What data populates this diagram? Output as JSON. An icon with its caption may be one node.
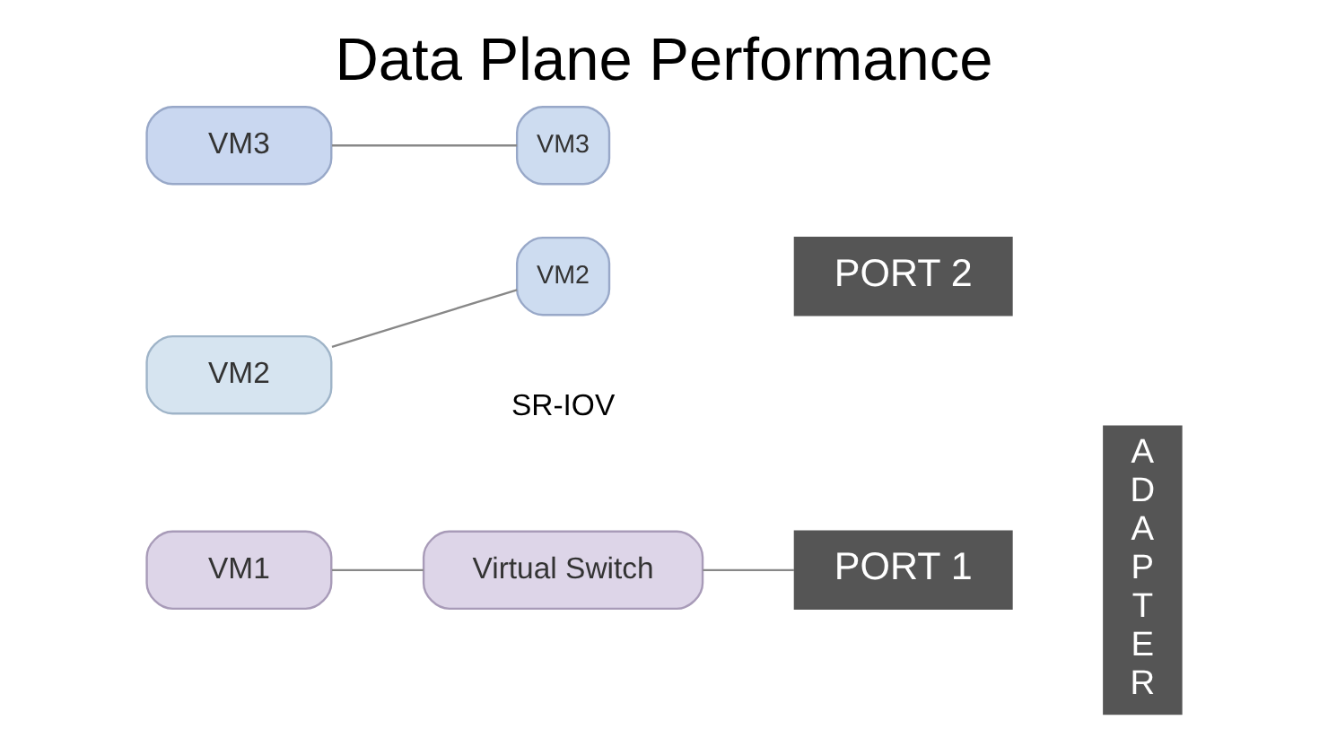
{
  "diagram": {
    "title": "Data Plane Performance",
    "nodes": [
      {
        "text": [
          "VM1"
        ]
      },
      {
        "text": [
          "Virtual Switch"
        ]
      },
      {
        "text": [
          "PORT 1"
        ]
      },
      {
        "text": [
          "A D A P T E R"
        ]
      },
      {
        "text": [
          "VM2"
        ]
      },
      {
        "text": [
          "VM3"
        ]
      },
      {
        "text": [
          "VM2"
        ]
      },
      {
        "text": [
          "VM3"
        ]
      },
      {
        "text": [
          "PORT 2"
        ]
      }
    ],
    "edges": [
      {
        "from": 0,
        "to": 1,
        "arrow": "none"
      },
      {
        "from": 1,
        "to": 2,
        "arrow": "none"
      },
      {
        "from": 4,
        "to": 6,
        "arrow": "none"
      },
      {
        "from": 5,
        "to": 7,
        "arrow": "none"
      }
    ],
    "labels": [
      "SR-IOV"
    ]
  }
}
